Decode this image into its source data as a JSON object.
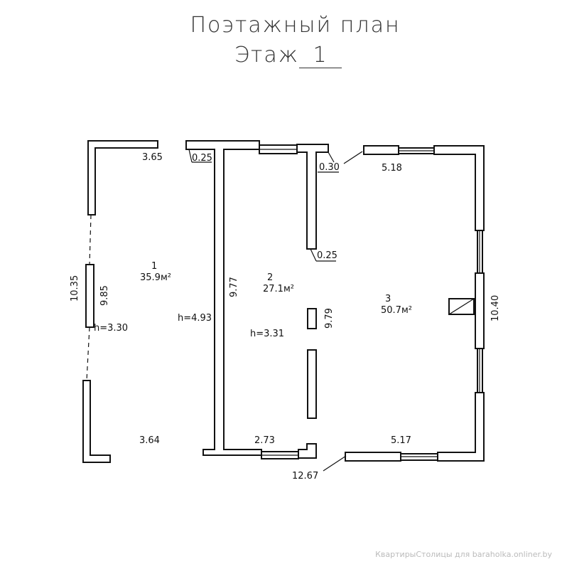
{
  "title": "Поэтажный план",
  "floor_label": "Этаж",
  "floor_number": "1",
  "rooms": [
    {
      "number": "1",
      "area": "35.9м²"
    },
    {
      "number": "2",
      "area": "27.1м²"
    },
    {
      "number": "3",
      "area": "50.7м²"
    }
  ],
  "dimensions": {
    "d365": "3.65",
    "d025a": "0.25",
    "d030": "0.30",
    "d518": "5.18",
    "d025b": "0.25",
    "d1035": "10.35",
    "d985": "9.85",
    "h330": "h=3.30",
    "h493": "h=4.93",
    "d977": "9.77",
    "h331": "h=3.31",
    "d979": "9.79",
    "d1040": "10.40",
    "d364": "3.64",
    "d273": "2.73",
    "d517": "5.17",
    "d1267": "12.67"
  },
  "watermark": "КвартирыСтолицы для baraholka.onliner.by"
}
